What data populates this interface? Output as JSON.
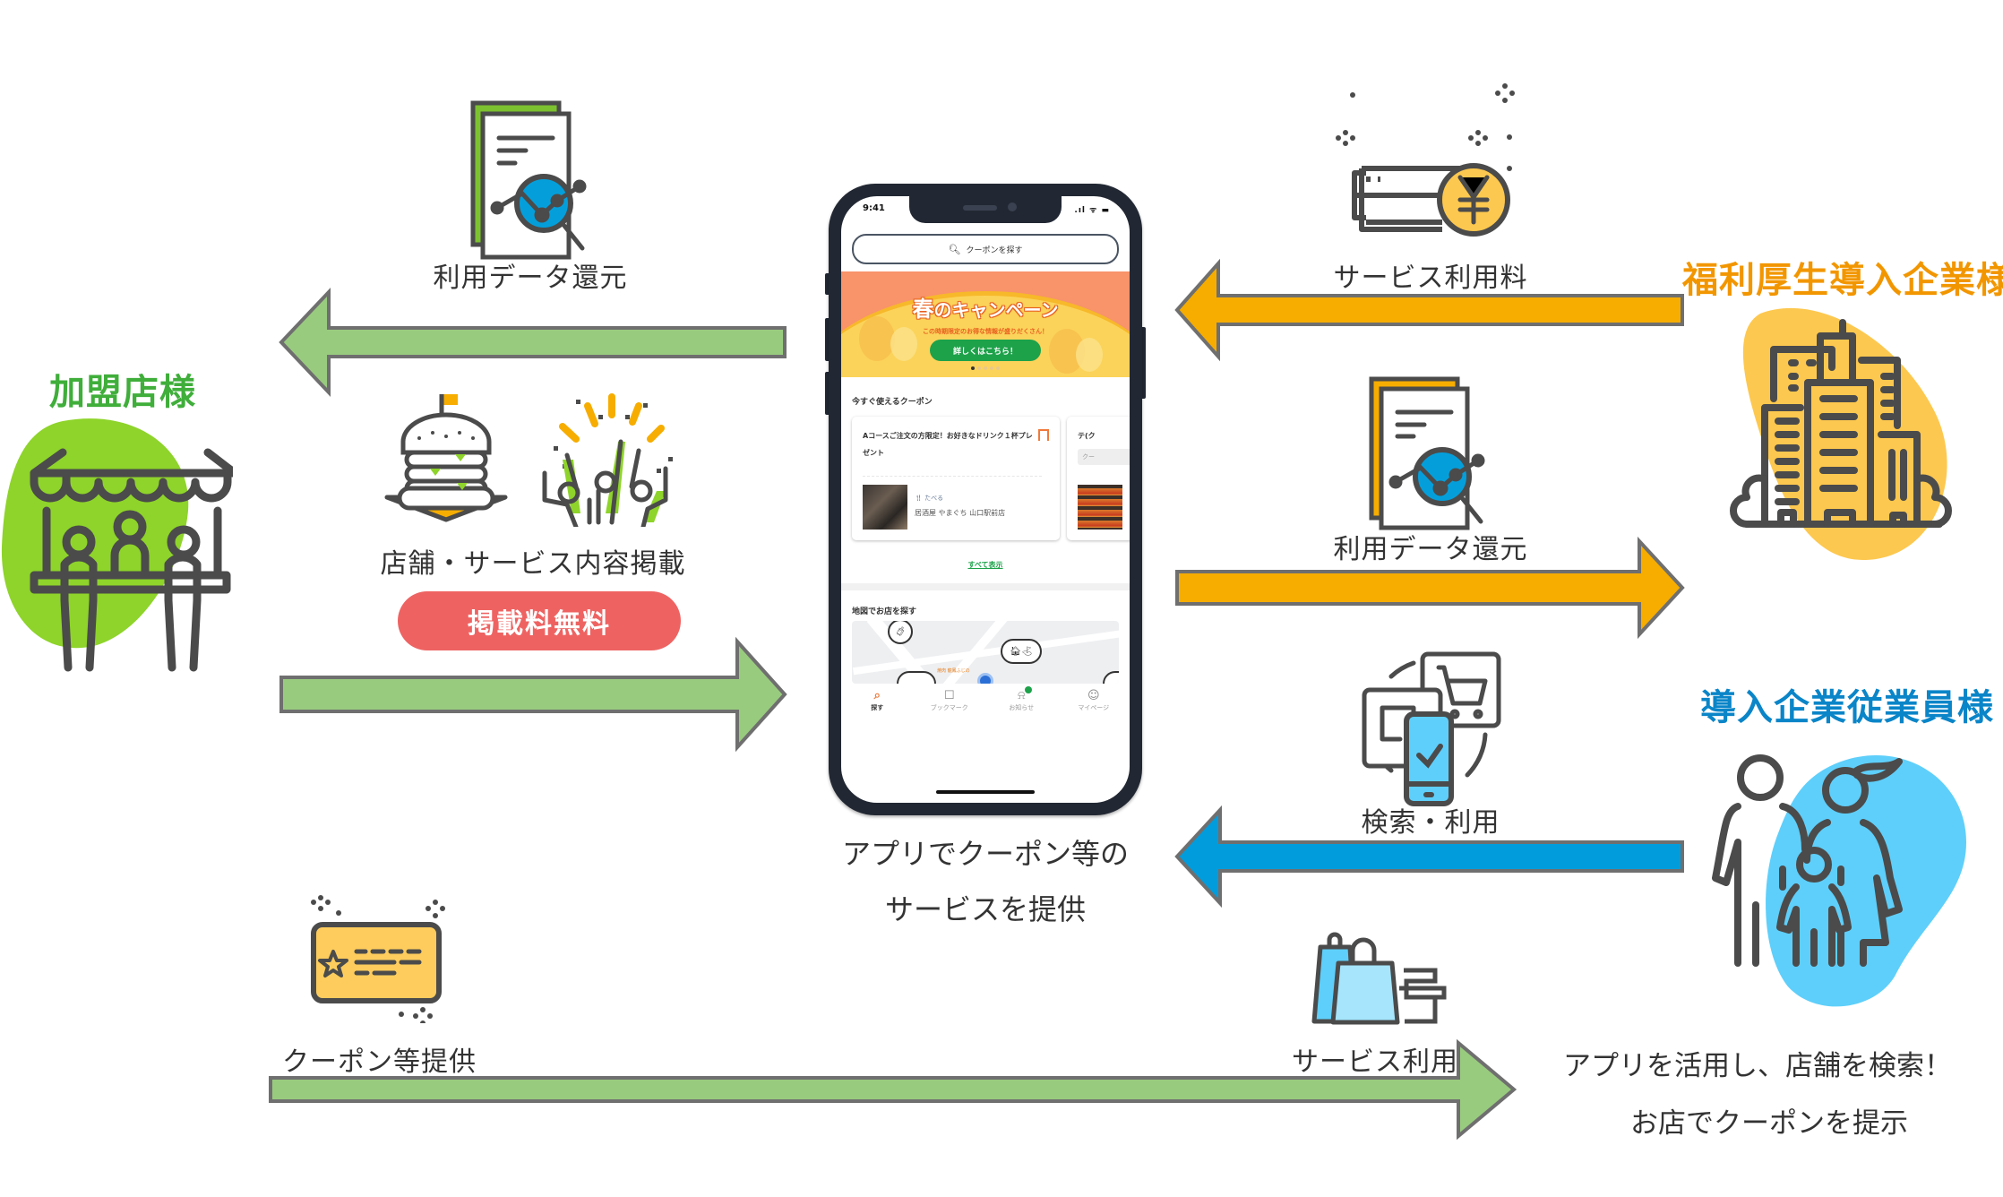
{
  "parties": {
    "merchant": {
      "title": "加盟店様",
      "color": "#3fae3a",
      "blob_color": "#8ed42a",
      "icon": "storefront-icon"
    },
    "company": {
      "title": "福利厚生導入企業様",
      "color": "#f29600",
      "blob_color": "#fdc84f",
      "icon": "office-buildings-icon"
    },
    "employee": {
      "title": "導入企業従業員様",
      "color": "#0a85c8",
      "blob_color": "#5ecffa",
      "icon": "family-icon"
    }
  },
  "flows": {
    "data_return_left": {
      "label": "利用データ還元",
      "direction": "left",
      "color": "#99cb7f",
      "icon": "data-analysis-icon"
    },
    "listing": {
      "label": "店舗・サービス内容掲載",
      "direction": "right",
      "color": "#99cb7f",
      "badge": "掲載料無料",
      "badge_color": "#ee6362",
      "icons": [
        "burger-icon",
        "celebration-icon"
      ]
    },
    "service_fee": {
      "label": "サービス利用料",
      "direction": "left",
      "color": "#f6ad00",
      "icon": "yen-payment-icon"
    },
    "data_return_right": {
      "label": "利用データ還元",
      "direction": "right",
      "color": "#f6ad00",
      "icon": "data-analysis-icon"
    },
    "search_use": {
      "label": "検索・利用",
      "direction": "left",
      "color": "#009cdc",
      "icon": "mobile-shopping-icon"
    },
    "coupon_provide": {
      "label": "クーポン等提供",
      "direction": "right",
      "color": "#99cb7f",
      "icon": "coupon-card-icon"
    },
    "service_use": {
      "label": "サービス利用",
      "icon": "shopping-bags-icon"
    }
  },
  "center_caption": {
    "line1": "アプリでクーポン等の",
    "line2": "サービスを提供"
  },
  "employee_caption": {
    "line1": "アプリを活用し、店舗を検索！",
    "line2": "お店でクーポンを提示"
  },
  "phone": {
    "status_time": "9:41",
    "status_icons": ".ıl ᯤ ▬",
    "search_placeholder": "クーポンを探す",
    "banner": {
      "title_big": "春",
      "title_rest": "のキャンペーン",
      "subtitle": "この時期限定のお得な情報が盛りだくさん！",
      "cta": "詳しくはこちら！",
      "pages": 5,
      "active_page": 1
    },
    "coupons_section_title": "今すぐ使えるクーポン",
    "coupons": [
      {
        "title": "Aコースご注文の方限定！お好きなドリンク１杯プレゼント",
        "category": "たべる",
        "shop": "居酒屋 やまぐち 山口駅前店"
      },
      {
        "title": "テ(ク",
        "category": "クー",
        "shop": ""
      }
    ],
    "see_all": "すべて表示",
    "map_section_title": "地図でお店を探す",
    "map_label": "焼肉 龍鳳ふじの",
    "tabs": [
      {
        "label": "探す",
        "icon": "search-icon",
        "active": true
      },
      {
        "label": "ブックマーク",
        "icon": "bookmark-icon",
        "active": false
      },
      {
        "label": "お知らせ",
        "icon": "bell-icon",
        "active": false,
        "badge": true
      },
      {
        "label": "マイページ",
        "icon": "user-icon",
        "active": false
      }
    ]
  }
}
